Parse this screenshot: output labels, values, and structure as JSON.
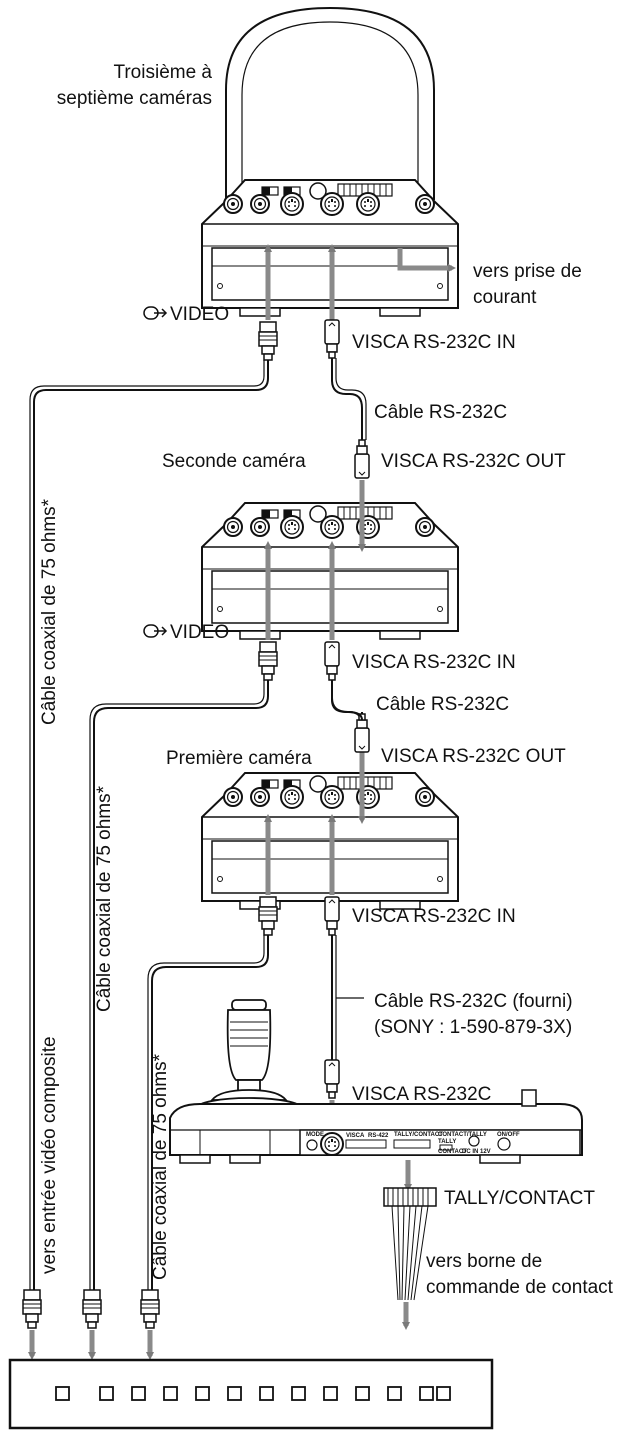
{
  "labels": {
    "camera3": [
      "Troisième à",
      "septième caméras"
    ],
    "camera2": "Seconde caméra",
    "camera1": "Première caméra",
    "power": [
      "vers prise de",
      "courant"
    ],
    "video3": "VIDEO",
    "video2": "VIDEO",
    "visca_in_3": "VISCA RS-232C IN",
    "visca_in_2": "VISCA RS-232C IN",
    "visca_in_1": "VISCA RS-232C IN",
    "visca_out_2": "VISCA RS-232C OUT",
    "visca_out_1": "VISCA RS-232C OUT",
    "cable_rs232_a": "Câble RS-232C",
    "cable_rs232_b": "Câble RS-232C",
    "cable_supplied": [
      "Câble RS-232C (fourni)",
      "(SONY : 1-590-879-3X)"
    ],
    "visca_controller": "VISCA RS-232C",
    "tally": "TALLY/CONTACT",
    "contact_terminal": [
      "vers borne de",
      "commande de contact"
    ],
    "coax_1": "Câble coaxial de 75 ohms*",
    "coax_2": "Câble coaxial de 75 ohms*",
    "coax_3": "Câble coaxial de 75 ohms*",
    "composite": "vers entrée vidéo composite"
  },
  "controller_panel": {
    "mode": "MODE",
    "visca": "VISCA",
    "rs422": "RS-422",
    "tally_contact": "TALLY/CONTACT",
    "contact_tally": "CONTACT/TALLY",
    "tally": "TALLY",
    "contact": "CONTACT",
    "dc_in": "DC IN 12V",
    "on_off": "ON/OFF"
  },
  "monitor_buttons": 13
}
